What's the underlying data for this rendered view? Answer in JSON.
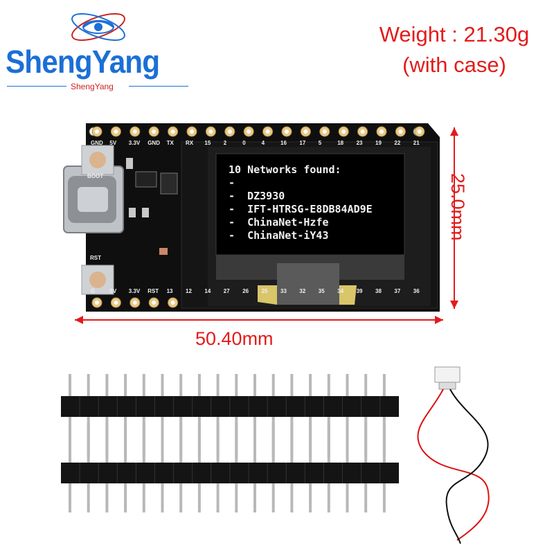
{
  "brand": {
    "name": "ShengYang",
    "subtitle": "ShengYang"
  },
  "weight": {
    "line1": "Weight : 21.30g",
    "line2": "(with case)"
  },
  "dimensions": {
    "width": "50.40mm",
    "height": "25.0mm"
  },
  "board": {
    "top_pins": [
      "GND",
      "5V",
      "3.3V",
      "GND",
      "TX",
      "RX",
      "15",
      "2",
      "0",
      "4",
      "16",
      "17",
      "5",
      "18",
      "23",
      "19",
      "22",
      "21"
    ],
    "bottom_pins": [
      "G",
      "5V",
      "3.3V",
      "RST",
      "13",
      "12",
      "14",
      "27",
      "26",
      "25",
      "33",
      "32",
      "35",
      "34",
      "39",
      "38",
      "37",
      "36"
    ],
    "boot_label": "BOOT",
    "rst_label": "RST"
  },
  "oled": {
    "lines": [
      "10 Networks found:",
      "-",
      "-  DZ3930",
      "-  IFT-HTRSG-E8DB84AD9E",
      "-  ChinaNet-Hzfe",
      "-  ChinaNet-iY43"
    ]
  },
  "colors": {
    "brand": "#1c6fd6",
    "dimension": "#e31b1b",
    "pcb": "#111111"
  }
}
